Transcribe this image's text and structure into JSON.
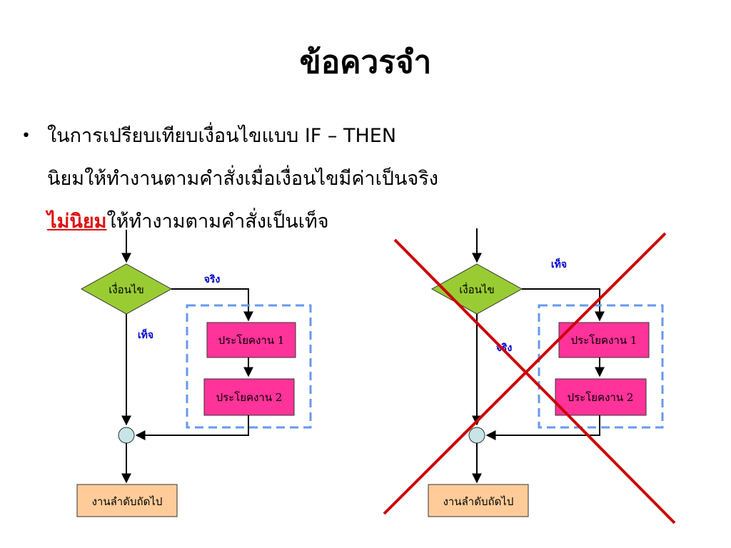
{
  "title": "ข้อควรจำ",
  "bullet": {
    "line1": "ในการเปรียบเทียบเงื่อนไขแบบ IF – THEN",
    "line2": "นิยมให้ทำงานตามคำสั่งเมื่อเงื่อนไขมีค่าเป็นจริง",
    "line3_emphasis": "ไม่นิยม",
    "line3_rest": "ให้ทำงามตามคำสั่งเป็นเท็จ"
  },
  "colors": {
    "decision": "#99cc33",
    "process": "#ff3399",
    "terminal": "#ffcc99",
    "connector": "#c7e4e6",
    "dashed_box": "#6699ee",
    "label_blue": "#0000cc",
    "cross_red": "#cc0000",
    "emphasis_red": "#e01010"
  },
  "flow_correct": {
    "decision": "เงื่อนไข",
    "true_label": "จริง",
    "false_label": "เท็จ",
    "statement1": "ประโยคงาน 1",
    "statement2": "ประโยคงาน 2",
    "next": "งานลำดับถัดไป"
  },
  "flow_wrong": {
    "decision": "เงื่อนไข",
    "true_label": "จริง",
    "false_label": "เท็จ",
    "statement1": "ประโยคงาน 1",
    "statement2": "ประโยคงาน 2",
    "next": "งานลำดับถัดไป",
    "crossed_out": true
  }
}
